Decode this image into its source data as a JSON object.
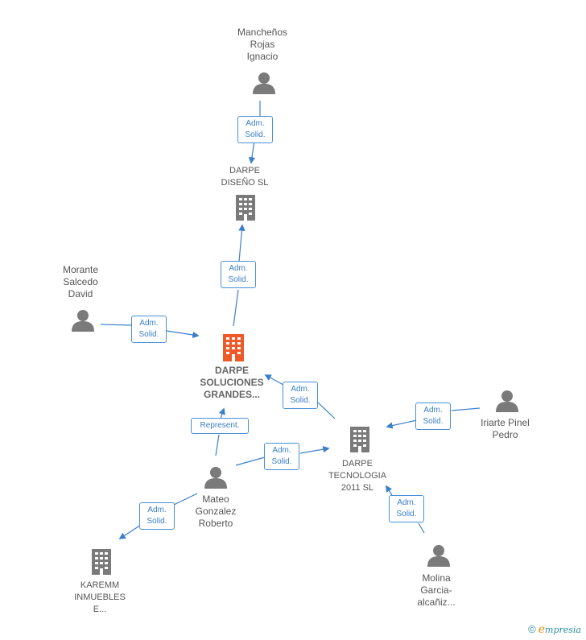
{
  "nodes": {
    "manchenos": {
      "lines": [
        "Mancheños",
        "Rojas",
        "Ignacio"
      ],
      "kind": "person"
    },
    "diseno": {
      "lines": [
        "DARPE",
        "DISEÑO  SL"
      ],
      "kind": "company"
    },
    "morante": {
      "lines": [
        "Morante",
        "Salcedo",
        "David"
      ],
      "kind": "person"
    },
    "soluciones": {
      "lines": [
        "DARPE",
        "SOLUCIONES",
        "GRANDES..."
      ],
      "kind": "company-main"
    },
    "tecnologia": {
      "lines": [
        "DARPE",
        "TECNOLOGIA",
        "2011 SL"
      ],
      "kind": "company"
    },
    "iriarte": {
      "lines": [
        "Iriarte Pinel",
        "Pedro"
      ],
      "kind": "person"
    },
    "mateo": {
      "lines": [
        "Mateo",
        "Gonzalez",
        "Roberto"
      ],
      "kind": "person"
    },
    "karemm": {
      "lines": [
        "KAREMM",
        "INMUEBLES",
        "E..."
      ],
      "kind": "company"
    },
    "molina": {
      "lines": [
        "Molina",
        "Garcia-",
        "alcañiz..."
      ],
      "kind": "person"
    }
  },
  "edges": [
    {
      "id": "e1",
      "lines": [
        "Adm.",
        "Solid."
      ]
    },
    {
      "id": "e2",
      "lines": [
        "Adm.",
        "Solid."
      ]
    },
    {
      "id": "e3",
      "lines": [
        "Adm.",
        "Solid."
      ]
    },
    {
      "id": "e4",
      "lines": [
        "Adm.",
        "Solid."
      ]
    },
    {
      "id": "e5",
      "lines": [
        "Adm.",
        "Solid."
      ]
    },
    {
      "id": "e6",
      "lines": [
        "Represent."
      ]
    },
    {
      "id": "e7",
      "lines": [
        "Adm.",
        "Solid."
      ]
    },
    {
      "id": "e8",
      "lines": [
        "Adm.",
        "Solid."
      ]
    },
    {
      "id": "e9",
      "lines": [
        "Adm.",
        "Solid."
      ]
    }
  ],
  "colors": {
    "edge": "#3b7fc9",
    "icon": "#7a7a7a",
    "main_icon": "#f05a28"
  },
  "brand": {
    "copyright": "©",
    "e": "e",
    "rest": "mpresia"
  }
}
